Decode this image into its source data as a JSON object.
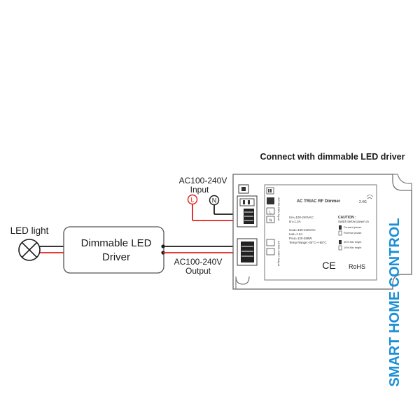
{
  "heading": "Connect with dimmable LED driver",
  "led_label": "LED light",
  "driver": {
    "line1": "Dimmable LED",
    "line2": "Driver"
  },
  "input": {
    "voltage": "AC100-240V",
    "label": "Input",
    "live": "L",
    "neutral": "N"
  },
  "output": {
    "voltage": "AC100-240V",
    "label": "Output"
  },
  "dimmer": {
    "title": "AC TRIAC RF Dimmer",
    "rf": "2.4G",
    "uin": "Uin=100-240VAC",
    "iin": "Iin=1.3A",
    "uout": "Uout=100-240VAC",
    "iout": "Iout=1.2A",
    "pout": "Pout=120-288W",
    "temp": "Temp Range:-30°C~+55°C",
    "caution_title": "CAUTION :",
    "caution_text": "Switch before power on",
    "forward": "Forward phase",
    "reverse": "Reverse phase",
    "min30": "30% Min bright",
    "min10": "10% Min bright",
    "term_l": "L",
    "term_n": "N",
    "vert_in": "AC100-240V Input",
    "vert_out": "AC100-240V Output",
    "ce": "CE",
    "rohs": "RoHS"
  },
  "brand": "SMART HOME CONTROL",
  "colors": {
    "wire_red": "#e0201c",
    "wire_black": "#1a1a1a",
    "brand": "#1b8fd6",
    "outline": "#555555"
  }
}
